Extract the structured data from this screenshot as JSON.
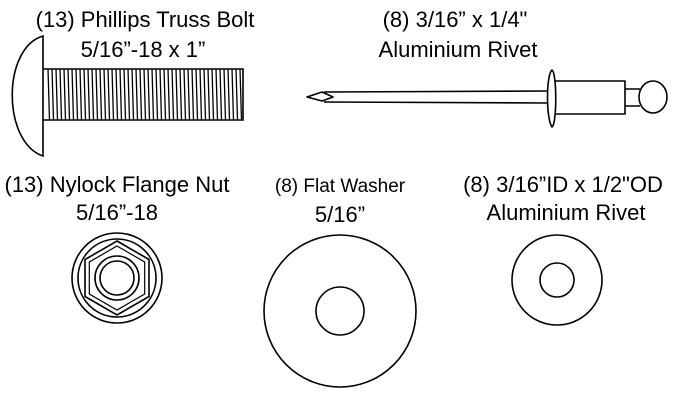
{
  "colors": {
    "stroke": "#000000",
    "background": "#ffffff"
  },
  "parts": {
    "bolt": {
      "icon": "phillips-truss-bolt-icon",
      "label_line1": "(13) Phillips Truss Bolt",
      "label_line2": "5/16”-18 x 1”"
    },
    "rivet": {
      "icon": "blind-rivet-icon",
      "label_line1": "(8) 3/16” x 1/4\"",
      "label_line2": "Aluminium Rivet"
    },
    "nut": {
      "icon": "nylock-flange-nut-icon",
      "label_line1": "(13) Nylock Flange Nut",
      "label_line2": "5/16”-18"
    },
    "washer": {
      "icon": "flat-washer-icon",
      "label_line1": "(8) Flat Washer",
      "label_line2": "5/16”"
    },
    "rivet_washer": {
      "icon": "rivet-washer-icon",
      "label_line1": "(8) 3/16”ID x 1/2\"OD",
      "label_line2": "Aluminium Rivet"
    }
  }
}
